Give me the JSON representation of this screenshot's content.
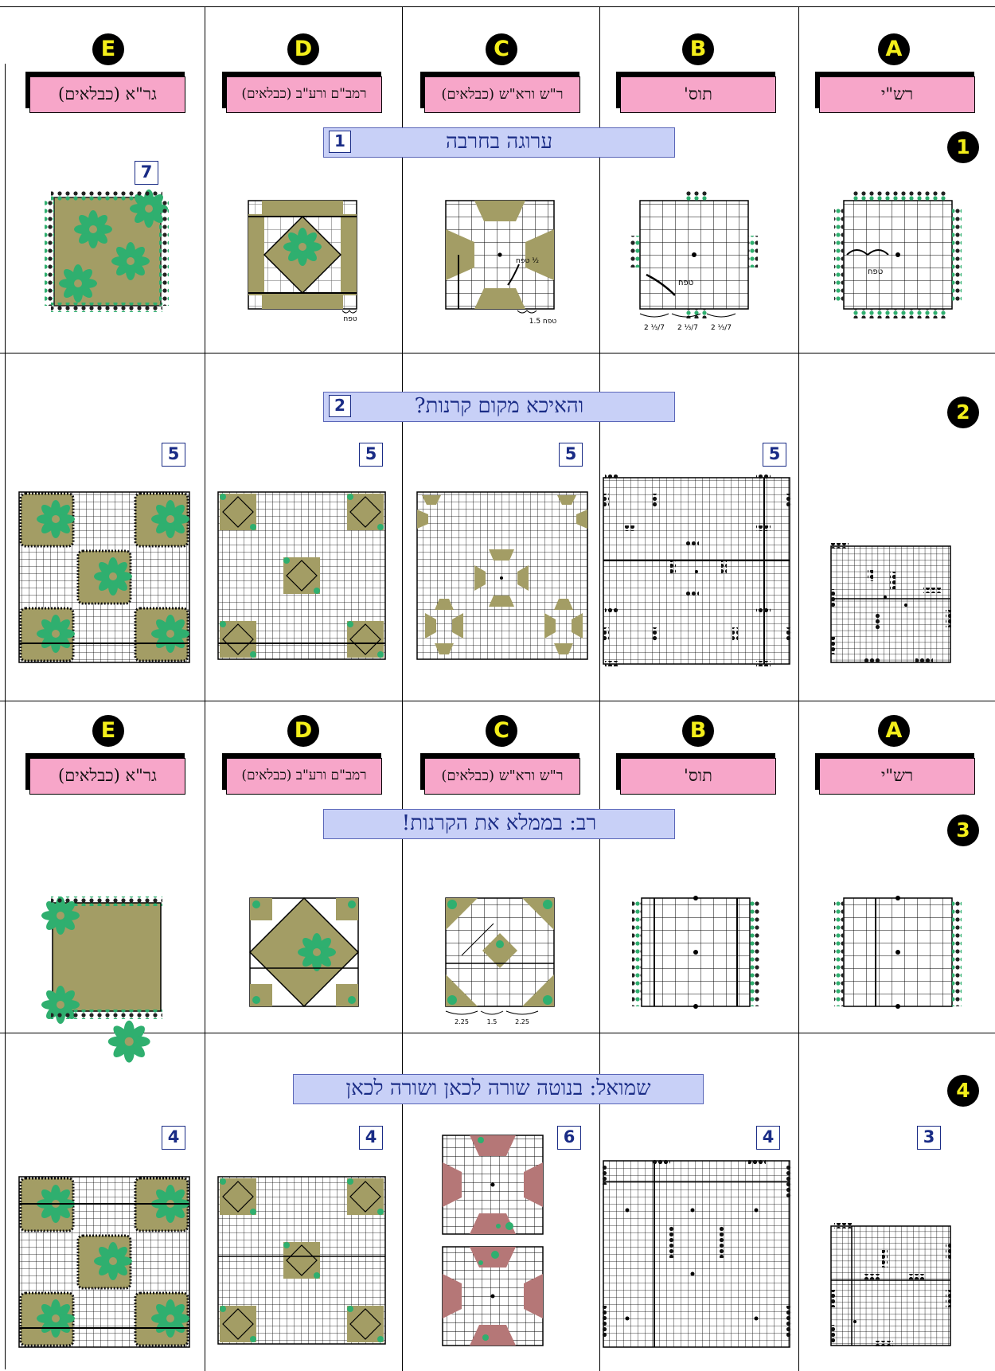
{
  "columns": [
    {
      "letter": "E",
      "label": "גר\"א (כבלאים)"
    },
    {
      "letter": "D",
      "label": "רמב\"ם ורע\"ב (כבלאים)"
    },
    {
      "letter": "C",
      "label": "ר\"ש ורא\"ש (כבלאים)"
    },
    {
      "letter": "B",
      "label": "תוס'"
    },
    {
      "letter": "A",
      "label": "רש\"י"
    }
  ],
  "rows": [
    {
      "num": "1",
      "banner": "ערוגה בחרבה",
      "banner_num": "1"
    },
    {
      "num": "2",
      "banner": "והאיכא מקום קרנות?",
      "banner_num": "2"
    },
    {
      "num": "3",
      "banner": "רב: בממלא את הקרנות!"
    },
    {
      "num": "4",
      "banner": "שמואל: בנוטה שורה לכאן ושורה לכאן"
    }
  ],
  "counts": {
    "r1": {
      "E": "7"
    },
    "r2": {
      "E": "5",
      "D": "5",
      "C": "5",
      "B": "5"
    },
    "r4": {
      "E": "4",
      "D": "4",
      "C": "6",
      "B": "4",
      "A": "3"
    }
  },
  "annotations": {
    "tefach": "טפח",
    "tefach_half": "טפח ½",
    "tefach_quarter": "1.5 טפח",
    "two_sevenths": "2 ⅓/7",
    "r3_c_dims": [
      "2.25",
      "1.5",
      "2.25"
    ]
  },
  "colors": {
    "olive": "#a39d65",
    "green": "#2faf6f",
    "pink": "#f7a6c9",
    "rose": "#b57777",
    "banner": "#c8d0f7"
  }
}
